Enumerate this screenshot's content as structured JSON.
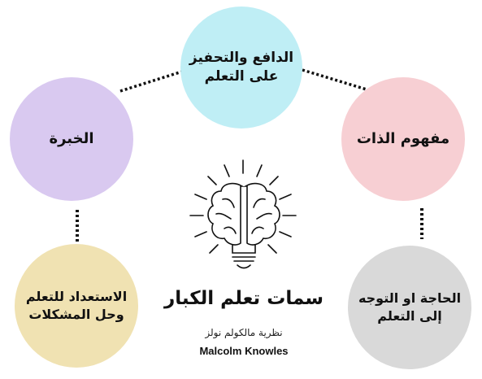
{
  "nodes": {
    "top": "الدافع والتحفيز\nعلى التعلم",
    "left": "الخبرة",
    "right": "مفهوم الذات",
    "bottom_left": "الاستعداد للتعلم\nوحل المشكلات",
    "bottom_right": "الحاجة او التوجه\nإلى التعلم"
  },
  "center": {
    "title": "سمات تعلم الكبار",
    "subtitle_ar": "نظرية مالكولم نولز",
    "subtitle_en": "Malcolm Knowles",
    "icon": "brain-lightbulb-icon"
  },
  "colors": {
    "top": "#bfeef5",
    "left": "#d9c9f0",
    "right": "#f7cfd3",
    "bottom_left": "#f0e2b2",
    "bottom_right": "#d9d9d9",
    "connector": "#111111"
  }
}
